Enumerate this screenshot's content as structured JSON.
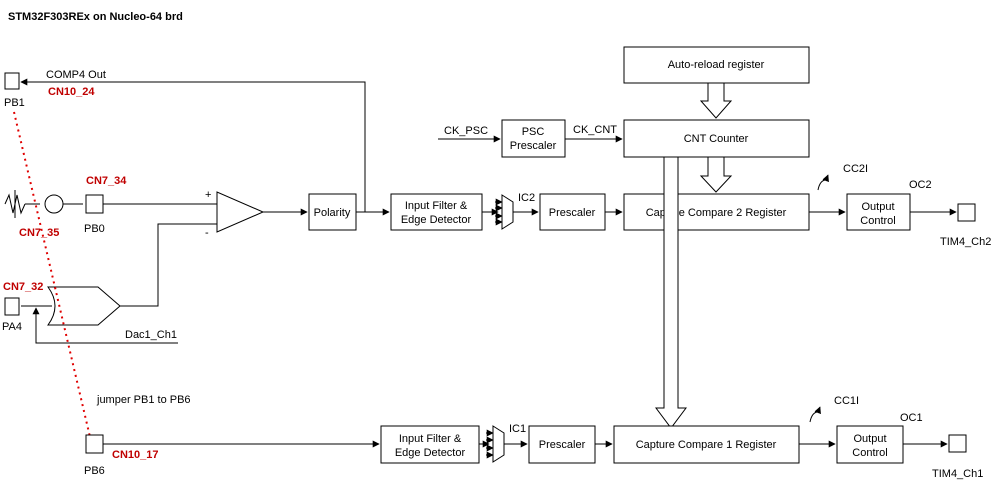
{
  "title": "STM32F303REx on Nucleo-64 brd",
  "blocks": {
    "auto_reload": "Auto-reload register",
    "cnt_counter": "CNT Counter",
    "psc_prescaler_1": "PSC",
    "psc_prescaler_2": "Prescaler",
    "polarity": "Polarity",
    "input_filter_top_1": "Input Filter &",
    "input_filter_top_2": "Edge Detector",
    "prescaler_top": "Prescaler",
    "capture_compare_2": "Capture Compare 2 Register",
    "output_control_top_1": "Output",
    "output_control_top_2": "Control",
    "input_filter_bot_1": "Input Filter &",
    "input_filter_bot_2": "Edge Detector",
    "prescaler_bot": "Prescaler",
    "capture_compare_1": "Capture Compare 1 Register",
    "output_control_bot_1": "Output",
    "output_control_bot_2": "Control"
  },
  "labels": {
    "comp4_out": "COMP4 Out",
    "ck_psc": "CK_PSC",
    "ck_cnt": "CK_CNT",
    "ic2": "IC2",
    "ic1": "IC1",
    "cc2i": "CC2I",
    "cc1i": "CC1I",
    "oc2": "OC2",
    "oc1": "OC1",
    "tim4_ch2": "TIM4_Ch2",
    "tim4_ch1": "TIM4_Ch1",
    "dac1_ch1": "Dac1_Ch1",
    "jumper": "jumper PB1 to PB6",
    "plus": "+",
    "minus": "-"
  },
  "pins": {
    "pb1": "PB1",
    "pb0": "PB0",
    "pa4": "PA4",
    "pb6": "PB6"
  },
  "connectors": {
    "cn10_24": "CN10_24",
    "cn7_34": "CN7_34",
    "cn7_35": "CN7_35",
    "cn7_32": "CN7_32",
    "cn10_17": "CN10_17"
  },
  "colors": {
    "connector_label": "#c00000",
    "line": "#000000",
    "jumper_line": "#e00000"
  }
}
